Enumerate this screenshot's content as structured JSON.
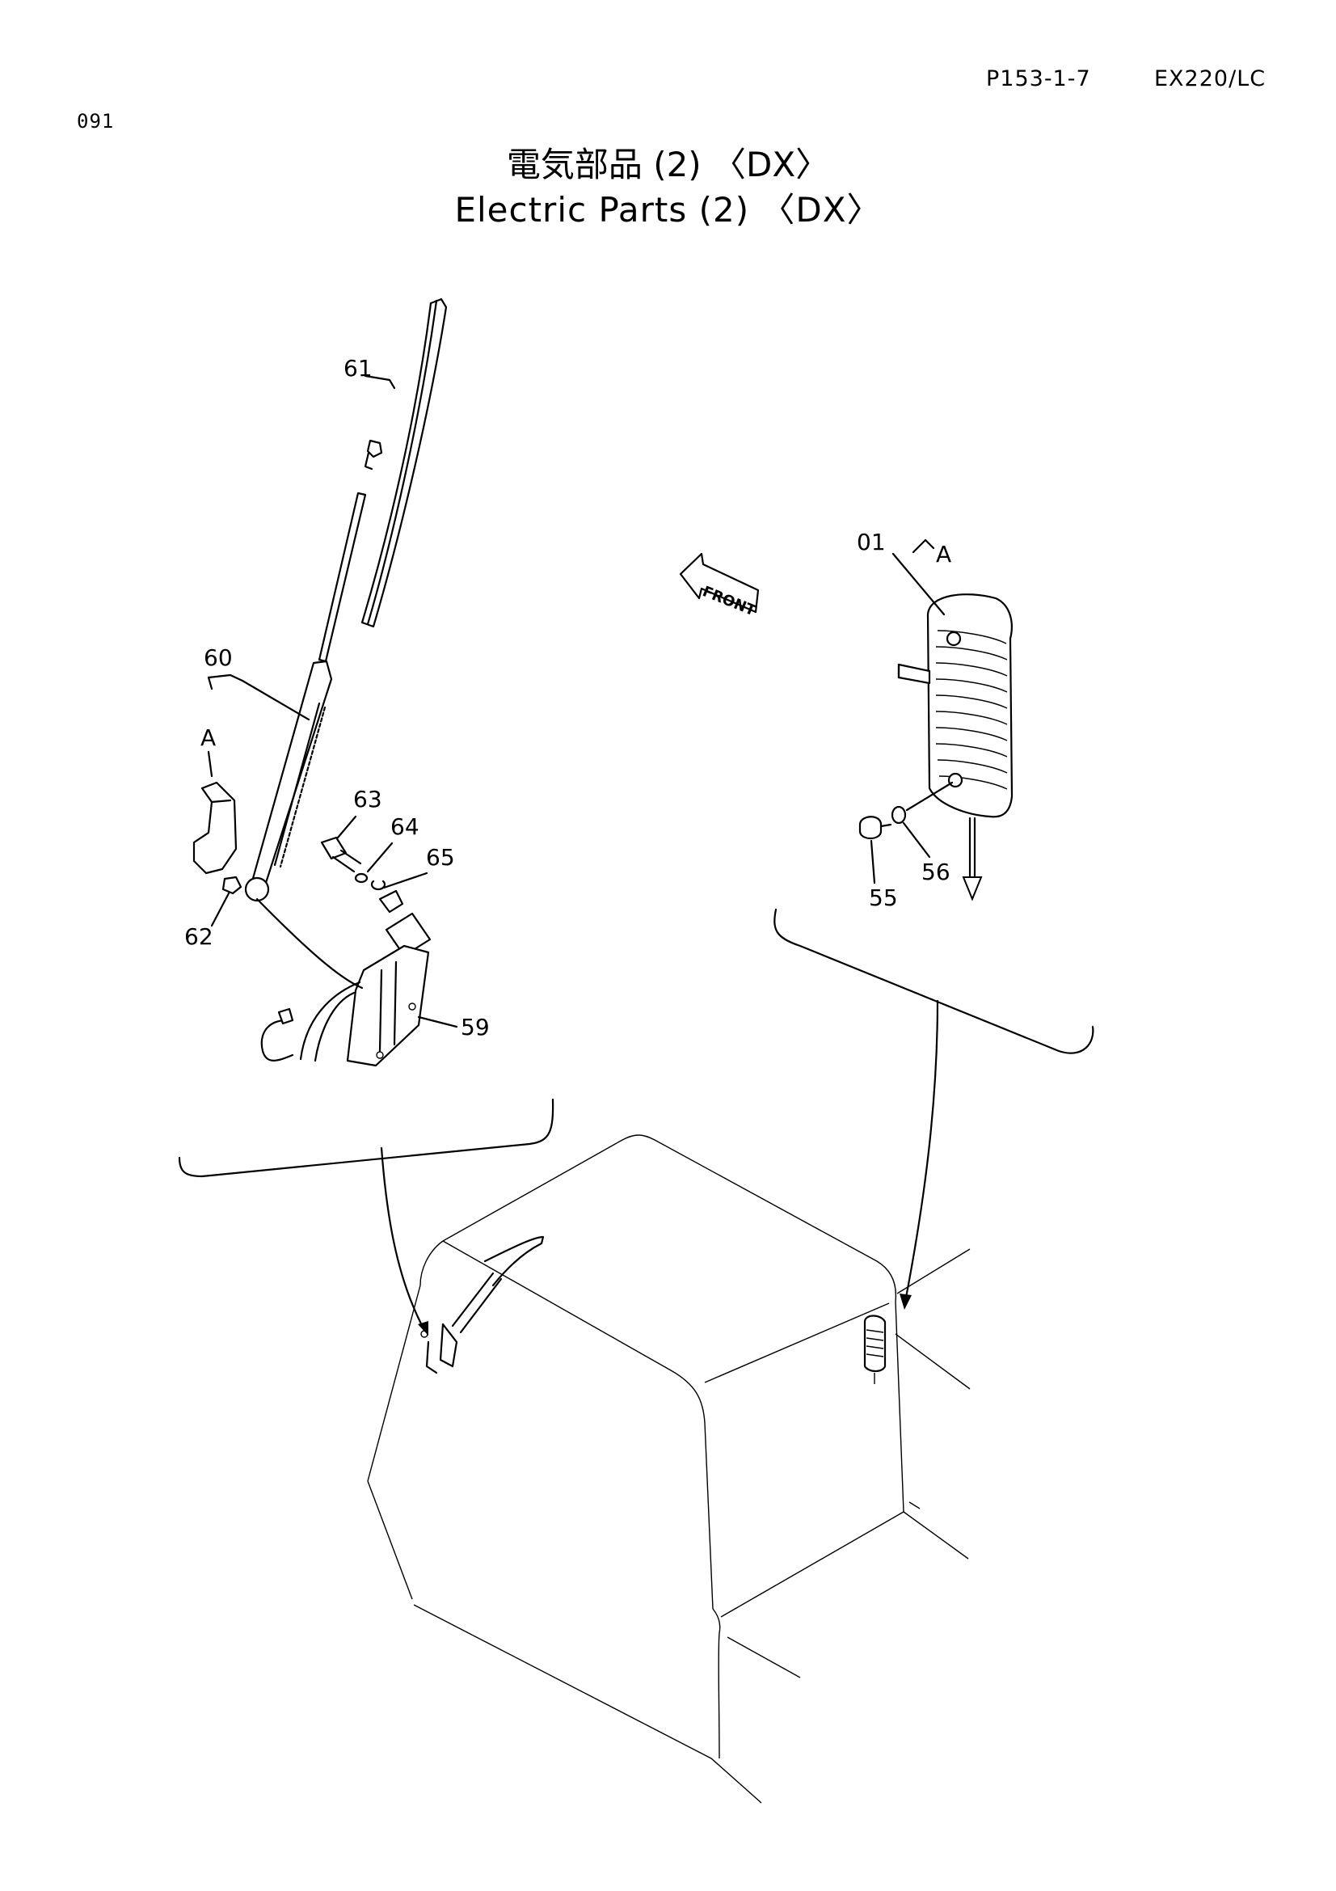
{
  "header": {
    "page_code": "P153-1-7",
    "model": "EX220/LC",
    "page_number": "091"
  },
  "title": {
    "japanese": "電気部品 (2) 〈DX〉",
    "english": "Electric Parts (2) 〈DX〉"
  },
  "front_marker": "FRONT",
  "callouts": {
    "wiper_blade": "61",
    "wiper_arm": "60",
    "arm_ref": "A",
    "bolt": "63",
    "washer_64": "64",
    "washer_65": "65",
    "nut": "62",
    "wiper_motor": "59",
    "room_lamp": "01",
    "lamp_ref": "A",
    "screw": "55",
    "washer_56": "56"
  }
}
